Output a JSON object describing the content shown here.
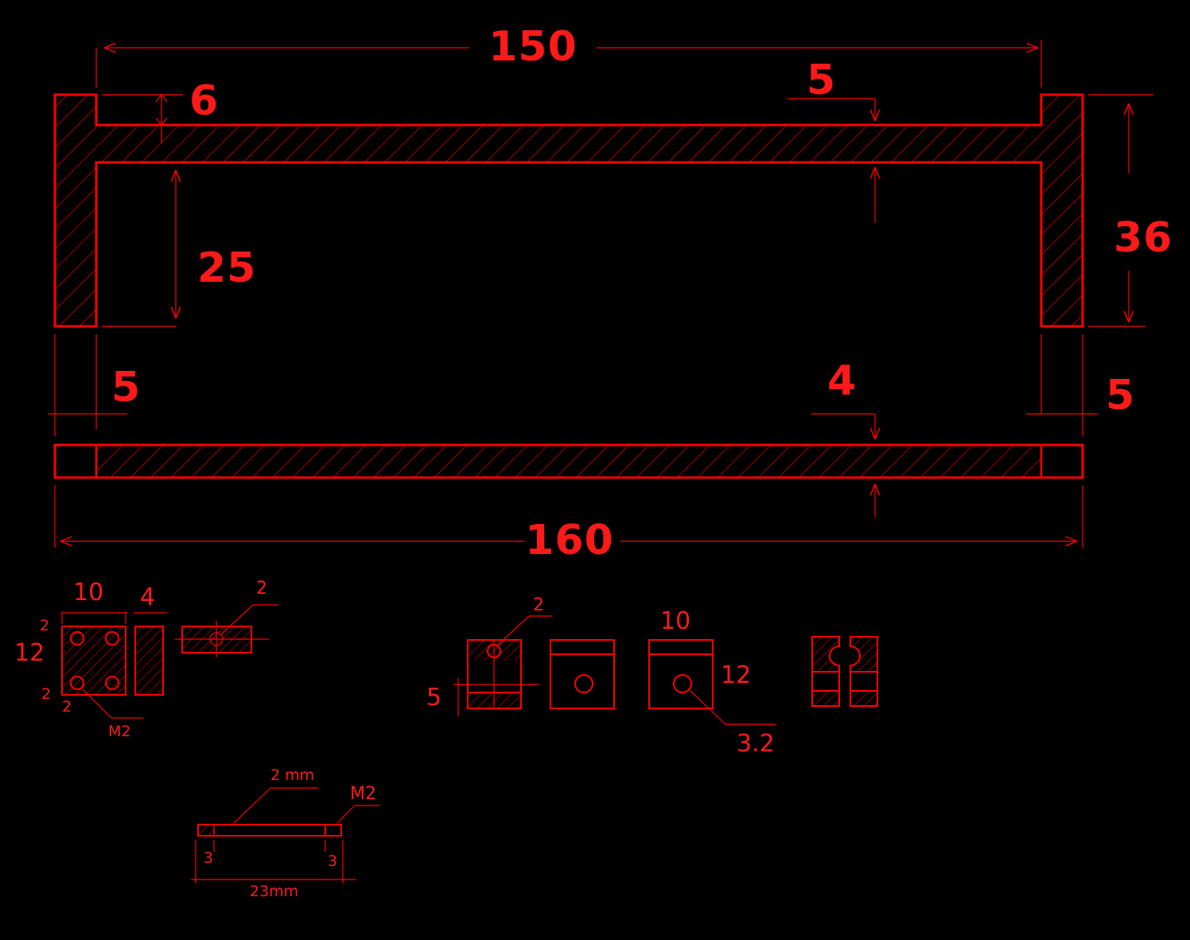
{
  "color": "#ff0000",
  "frame_dims": {
    "top_width": "150",
    "top_thickness": "6",
    "inner_depth": "25",
    "right_gap": "5",
    "total_height": "36",
    "left_offset": "5",
    "right_offset": "5"
  },
  "bar_dims": {
    "thickness": "4",
    "total_length": "160"
  },
  "block_dims": {
    "width": "10",
    "depth": "4",
    "hole_dia": "2",
    "height": "12",
    "corner_top": "2",
    "corner_bottom": "2",
    "corner_left": "2",
    "thread": "M2"
  },
  "clamp_dims": {
    "hole_dia": "2",
    "offset": "5",
    "width": "10",
    "height": "12",
    "bore": "3.2"
  },
  "pin_dims": {
    "diameter": "2 mm",
    "thread": "M2",
    "left_len": "3",
    "right_len": "3",
    "length": "23mm"
  }
}
